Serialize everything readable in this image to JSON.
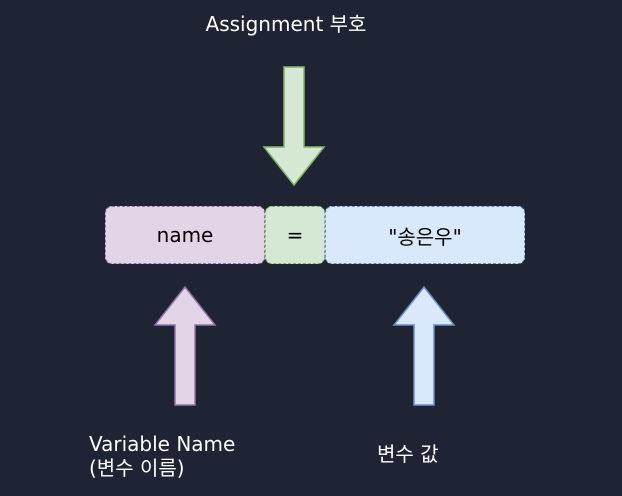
{
  "labels": {
    "assignment": "Assignment 부호",
    "variable_line1": "Variable Name",
    "variable_line2": "(변수 이름)",
    "value": "변수 값"
  },
  "boxes": {
    "name": "name",
    "equals": "=",
    "value": "\"송은우\""
  },
  "colors": {
    "background": "#1e2433",
    "purple_fill": "#e1d5e7",
    "purple_stroke": "#9673a6",
    "green_fill": "#d5e8d4",
    "green_stroke": "#82b366",
    "blue_fill": "#dae8fc",
    "blue_stroke": "#6c8ebf"
  }
}
